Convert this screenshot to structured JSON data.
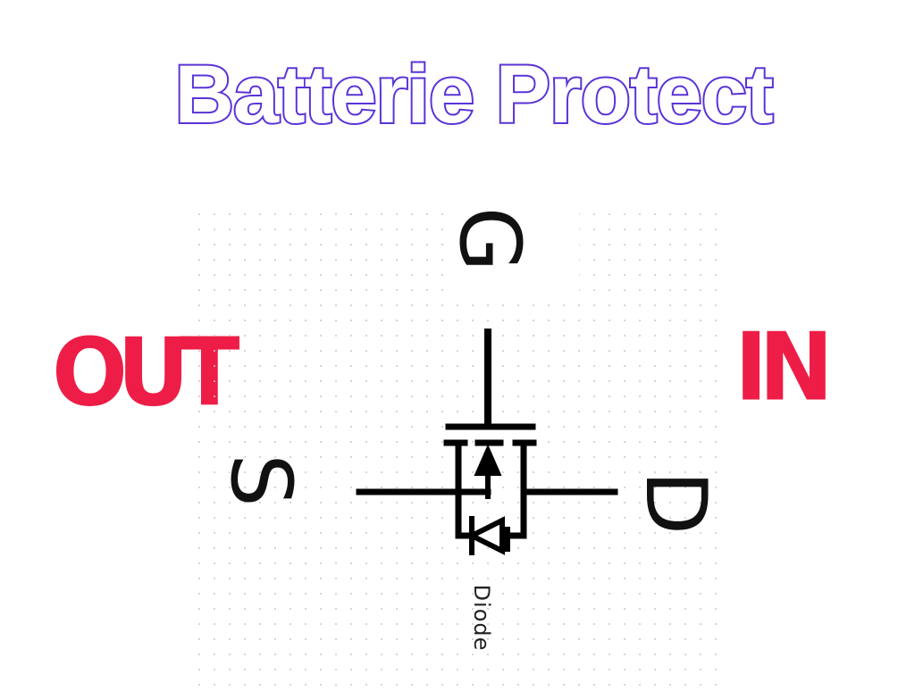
{
  "title": "Batterie Protect",
  "labels": {
    "out": "OUT",
    "in": "IN",
    "gate": "G",
    "source": "S",
    "drain": "D",
    "diode": "Diode"
  },
  "colors": {
    "title_stroke": "#5a33d6",
    "terminal_labels": "#ee1d47",
    "wires": "#000000",
    "grid_dots": "#c8c8c8"
  },
  "components": [
    {
      "type": "mosfet",
      "name": "mosfet-symbol"
    },
    {
      "type": "diode",
      "name": "body-diode"
    }
  ]
}
